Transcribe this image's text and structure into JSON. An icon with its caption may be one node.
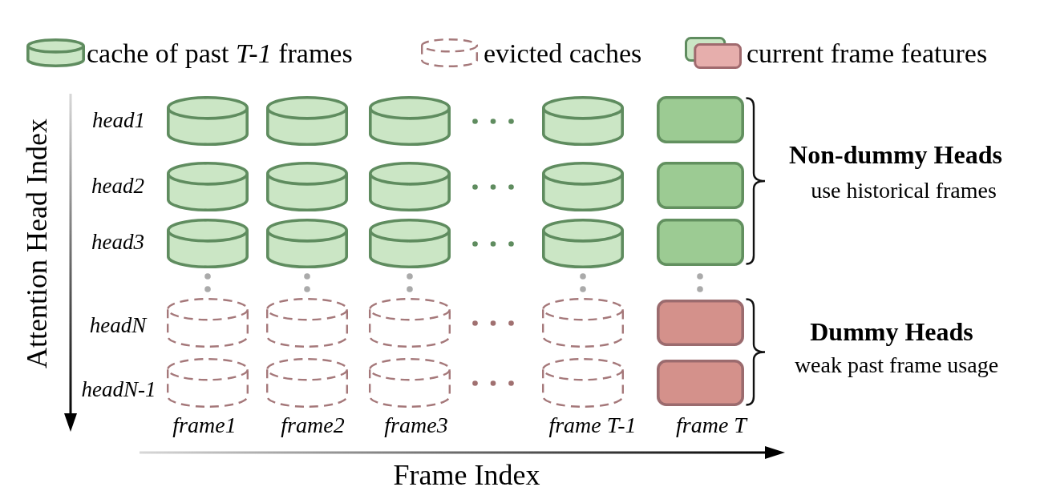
{
  "diagram": {
    "labels": [
      "Attention Head Index",
      "head1",
      "head2",
      "head3",
      "headN",
      "headN-1",
      "frame1",
      "frame2",
      "frame3",
      "frame T-1",
      "frame T",
      "Non-dummy Heads",
      "use historical frames",
      "Dummy Heads",
      "weak past frame usage",
      "Frame Index"
    ],
    "legend": [
      {
        "text": "cache of past *T-1* frames"
      },
      {
        "text": "evicted caches"
      },
      {
        "text": "current frame features"
      }
    ]
  }
}
